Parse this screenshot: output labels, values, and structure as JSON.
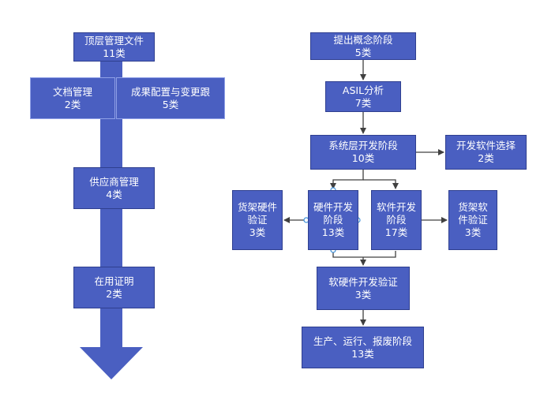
{
  "left_flow": {
    "nodes": [
      {
        "id": "top-docs",
        "label": "顶层管理文件",
        "count": "11类"
      },
      {
        "id": "doc-mgmt",
        "label": "文档管理",
        "count": "2类"
      },
      {
        "id": "config-change",
        "label": "成果配置与变更跟",
        "count": "5类"
      },
      {
        "id": "supplier-mgmt",
        "label": "供应商管理",
        "count": "4类"
      },
      {
        "id": "in-use-proof",
        "label": "在用证明",
        "count": "2类"
      }
    ]
  },
  "right_flow": {
    "nodes": [
      {
        "id": "concept",
        "label": "提出概念阶段",
        "count": "5类"
      },
      {
        "id": "asil",
        "label": "ASIL分析",
        "count": "7类"
      },
      {
        "id": "system-dev",
        "label": "系统层开发阶段",
        "count": "10类"
      },
      {
        "id": "dev-software-select",
        "label": "开发软件选择",
        "count": "2类"
      },
      {
        "id": "cots-hw-verify",
        "label": "货架硬件验证",
        "count": "3类"
      },
      {
        "id": "hw-dev",
        "label": "硬件开发阶段",
        "count": "13类"
      },
      {
        "id": "sw-dev",
        "label": "软件开发阶段",
        "count": "17类"
      },
      {
        "id": "cots-sw-verify",
        "label": "货架软件验证",
        "count": "3类"
      },
      {
        "id": "hw-sw-verify",
        "label": "软硬件开发验证",
        "count": "3类"
      },
      {
        "id": "production",
        "label": "生产、运行、报废阶段",
        "count": "13类"
      }
    ]
  },
  "colors": {
    "box_fill": "#4a5fc1",
    "arrow_fill": "#4a5fc1",
    "connector": "#404040",
    "text": "#ffffff"
  }
}
